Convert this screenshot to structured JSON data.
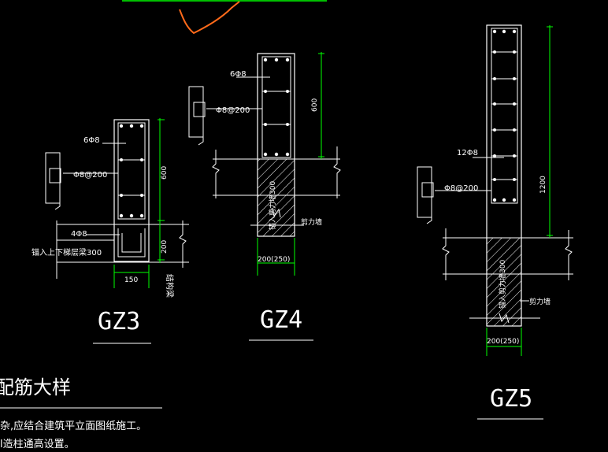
{
  "colors": {
    "background": "#000000",
    "line": "#ffffff",
    "dimension": "#00ff00",
    "rebar_box": "#ffffff",
    "hatch": "#ffffff",
    "sketch_mark": "#ff6a1a"
  },
  "gz3": {
    "title": "GZ3",
    "rebar_top": "6Φ8",
    "stirrup": "Φ8@200",
    "rebar_bottom": "4Φ8",
    "anchor_note": "锚入上下梯层梁300",
    "dim_600": "600",
    "dim_200": "200",
    "dim_width": "150",
    "side_note": "结构梁"
  },
  "gz4": {
    "title": "GZ4",
    "rebar": "6Φ8",
    "stirrup": "Φ8@200",
    "dim_600": "600",
    "embed_note": "锚入剪力墙300",
    "wall_note": "剪力墙",
    "dim_width": "200(250)"
  },
  "gz5": {
    "title": "GZ5",
    "rebar": "12Φ8",
    "stirrup": "Φ8@200",
    "dim_1200": "1200",
    "embed_note": "锚入剪力墙300",
    "wall_note": "剪力墙",
    "dim_width": "200(250)"
  },
  "section_title": "配筋大样",
  "notes": [
    "杂,应结合建筑平立面图纸施工。",
    "l造柱通高设置。"
  ]
}
